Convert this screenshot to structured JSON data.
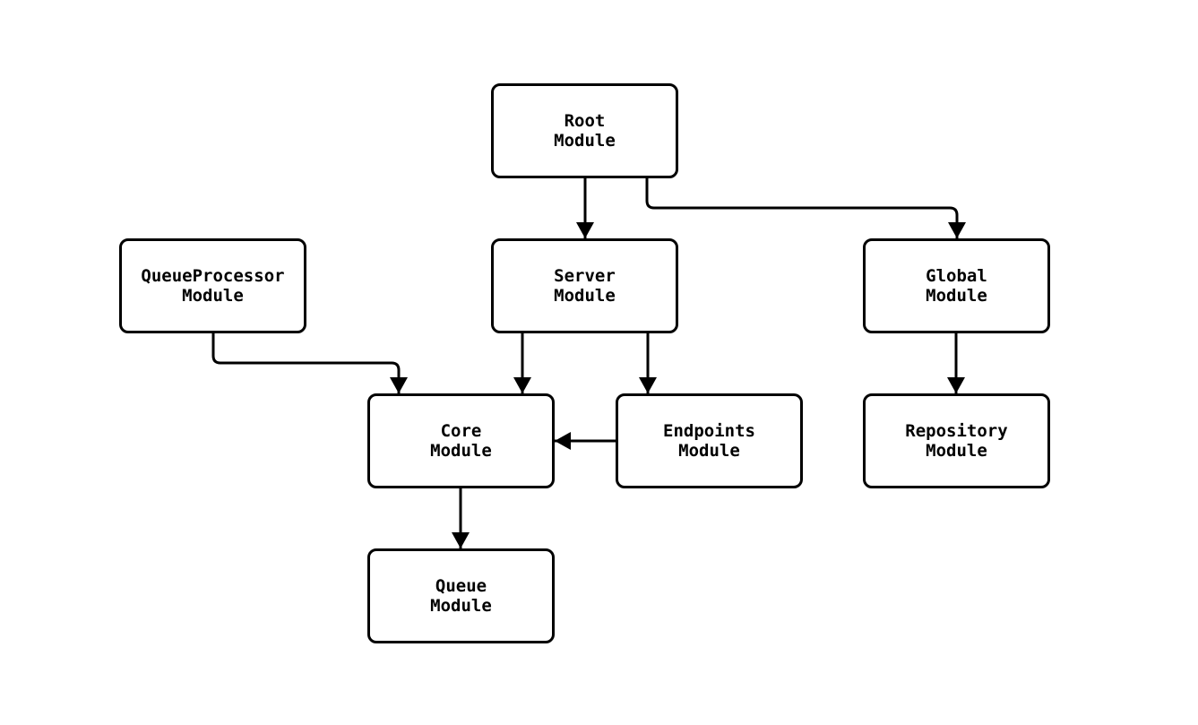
{
  "diagram": {
    "background_color": "#ffffff",
    "node_fill_color": "#ffffff",
    "node_stroke_color": "#000000",
    "edge_color": "#000000",
    "nodes": [
      {
        "id": "root",
        "label": "Root\nModule"
      },
      {
        "id": "queueprocessor",
        "label": "QueueProcessor\nModule"
      },
      {
        "id": "server",
        "label": "Server\nModule"
      },
      {
        "id": "global",
        "label": "Global\nModule"
      },
      {
        "id": "core",
        "label": "Core\nModule"
      },
      {
        "id": "endpoints",
        "label": "Endpoints\nModule"
      },
      {
        "id": "repository",
        "label": "Repository\nModule"
      },
      {
        "id": "queue",
        "label": "Queue\nModule"
      }
    ],
    "edges": [
      {
        "from": "Root Module",
        "to": "Server Module"
      },
      {
        "from": "Root Module",
        "to": "Global Module"
      },
      {
        "from": "QueueProcessor Module",
        "to": "Core Module"
      },
      {
        "from": "Server Module",
        "to": "Core Module"
      },
      {
        "from": "Server Module",
        "to": "Endpoints Module"
      },
      {
        "from": "Endpoints Module",
        "to": "Core Module"
      },
      {
        "from": "Global Module",
        "to": "Repository Module"
      },
      {
        "from": "Core Module",
        "to": "Queue Module"
      }
    ]
  }
}
